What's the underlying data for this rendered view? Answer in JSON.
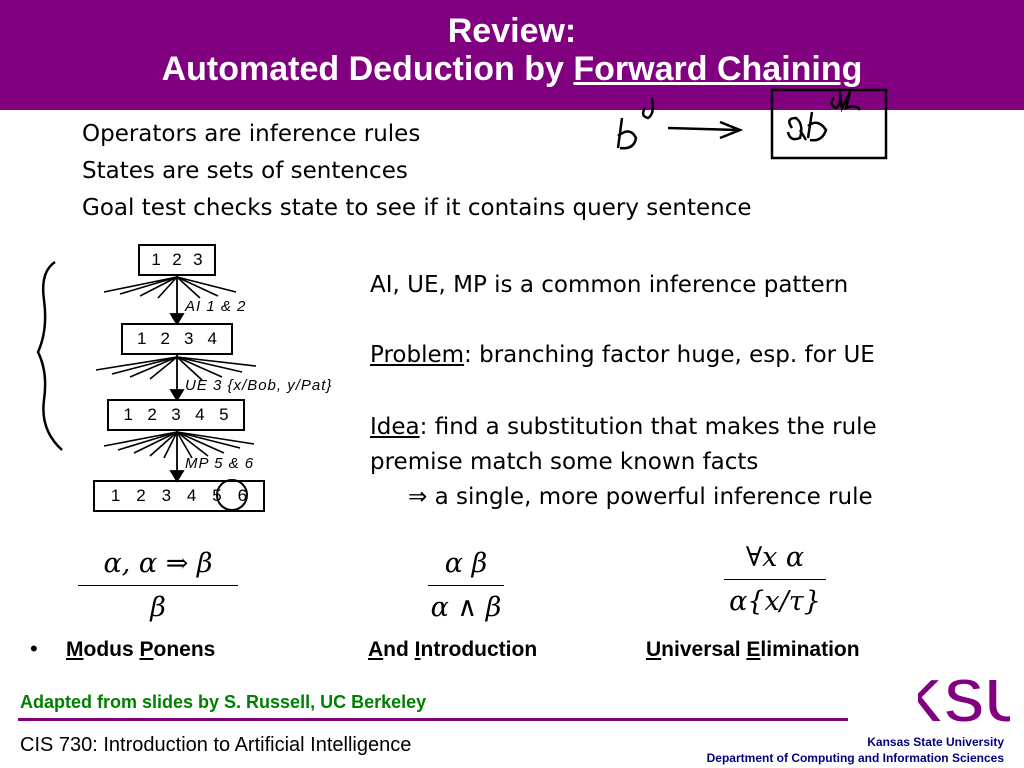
{
  "header": {
    "title_line1": "Review:",
    "title_line2_prefix": "Automated Deduction by ",
    "title_line2_underlined": "Forward Chaining"
  },
  "bullets": [
    "Operators are inference rules",
    "States are sets of sentences",
    "Goal test checks state to see if it contains query sentence"
  ],
  "diagram": {
    "boxes": [
      [
        "1",
        "2",
        "3"
      ],
      [
        "1",
        "2",
        "3",
        "4"
      ],
      [
        "1",
        "2",
        "3",
        "4",
        "5"
      ],
      [
        "1",
        "2",
        "3",
        "4",
        "5",
        "6"
      ]
    ],
    "steps": [
      "AI 1 & 2",
      "UE 3 {x/Bob, y/Pat}",
      "MP 5 & 6"
    ]
  },
  "right_text": {
    "pattern": "AI, UE, MP is a common inference pattern",
    "problem_label": "Problem",
    "problem_text": ":  branching factor huge, esp. for UE",
    "idea_label": "Idea",
    "idea_text": ":  find a substitution that makes the rule",
    "idea_line2": "premise match some known facts",
    "idea_line3": "⇒  a single, more powerful inference rule"
  },
  "formulas": {
    "mp": {
      "numerator": "α,    α  ⇒  β",
      "denominator": "β"
    },
    "ai": {
      "numerator": "α    β",
      "denominator": "α ∧ β"
    },
    "ue": {
      "numerator": "∀x  α",
      "denominator": "α{x/τ}"
    }
  },
  "rule_names": {
    "bullet": "•",
    "mp_first": "M",
    "mp_rest1": "odus ",
    "mp_second": "P",
    "mp_rest2": "onens",
    "ai_first": "A",
    "ai_rest1": "nd ",
    "ai_second": "I",
    "ai_rest2": "ntroduction",
    "ue_first": "U",
    "ue_rest1": "niversal ",
    "ue_second": "E",
    "ue_rest2": "limination"
  },
  "footer": {
    "credit": "Adapted from slides by S. Russell, UC Berkeley",
    "course": "CIS 730: Introduction to Artificial Intelligence",
    "logo": "KSU",
    "university": "Kansas State University",
    "department": "Department of Computing and Information Sciences"
  },
  "colors": {
    "banner": "#800080",
    "credit": "#008000",
    "university": "#000080",
    "logo": "#800080"
  }
}
